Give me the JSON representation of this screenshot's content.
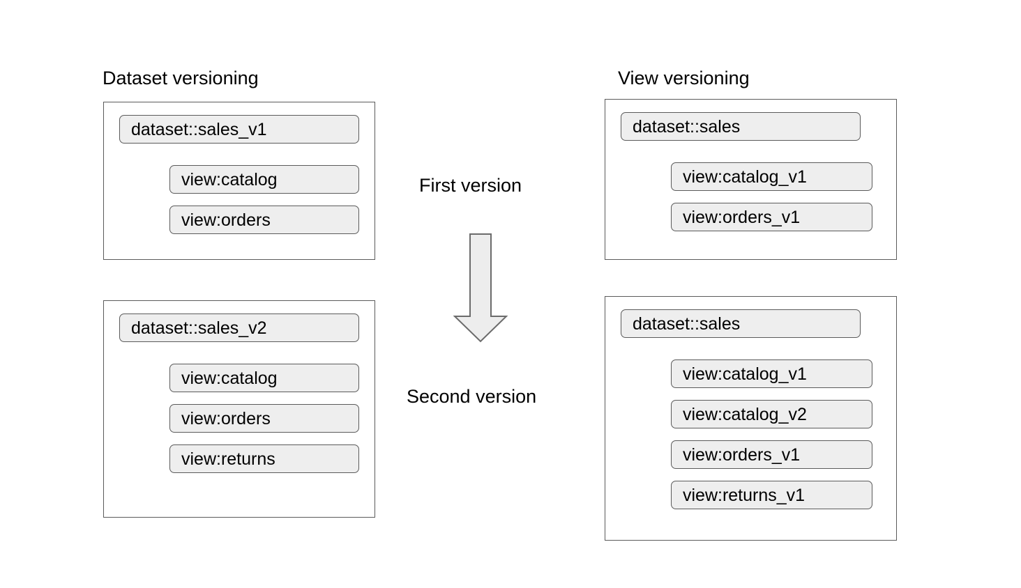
{
  "diagram": {
    "columns": [
      {
        "id": "dataset-versioning",
        "title": "Dataset versioning",
        "groups": [
          {
            "id": "dataset-v1-group",
            "stage": "First version",
            "nodes": [
              {
                "kind": "dataset",
                "label": "dataset::sales_v1"
              },
              {
                "kind": "view",
                "label": "view:catalog"
              },
              {
                "kind": "view",
                "label": "view:orders"
              }
            ]
          },
          {
            "id": "dataset-v2-group",
            "stage": "Second version",
            "nodes": [
              {
                "kind": "dataset",
                "label": "dataset::sales_v2"
              },
              {
                "kind": "view",
                "label": "view:catalog"
              },
              {
                "kind": "view",
                "label": "view:orders"
              },
              {
                "kind": "view",
                "label": "view:returns"
              }
            ]
          }
        ]
      },
      {
        "id": "view-versioning",
        "title": "View versioning",
        "groups": [
          {
            "id": "view-v1-group",
            "stage": "First version",
            "nodes": [
              {
                "kind": "dataset",
                "label": "dataset::sales"
              },
              {
                "kind": "view",
                "label": "view:catalog_v1"
              },
              {
                "kind": "view",
                "label": "view:orders_v1"
              }
            ]
          },
          {
            "id": "view-v2-group",
            "stage": "Second version",
            "nodes": [
              {
                "kind": "dataset",
                "label": "dataset::sales"
              },
              {
                "kind": "view",
                "label": "view:catalog_v1"
              },
              {
                "kind": "view",
                "label": "view:catalog_v2"
              },
              {
                "kind": "view",
                "label": "view:orders_v1"
              },
              {
                "kind": "view",
                "label": "view:returns_v1"
              }
            ]
          }
        ]
      }
    ],
    "timeline": {
      "first_label": "First version",
      "second_label": "Second version",
      "arrow_icon": "down-arrow-icon",
      "arrow_direction": "down"
    },
    "colors": {
      "background": "#ffffff",
      "stroke": "#5a5a5a",
      "pill_fill": "#eeeeee",
      "arrow_fill": "#ededed",
      "text": "#000000"
    }
  }
}
